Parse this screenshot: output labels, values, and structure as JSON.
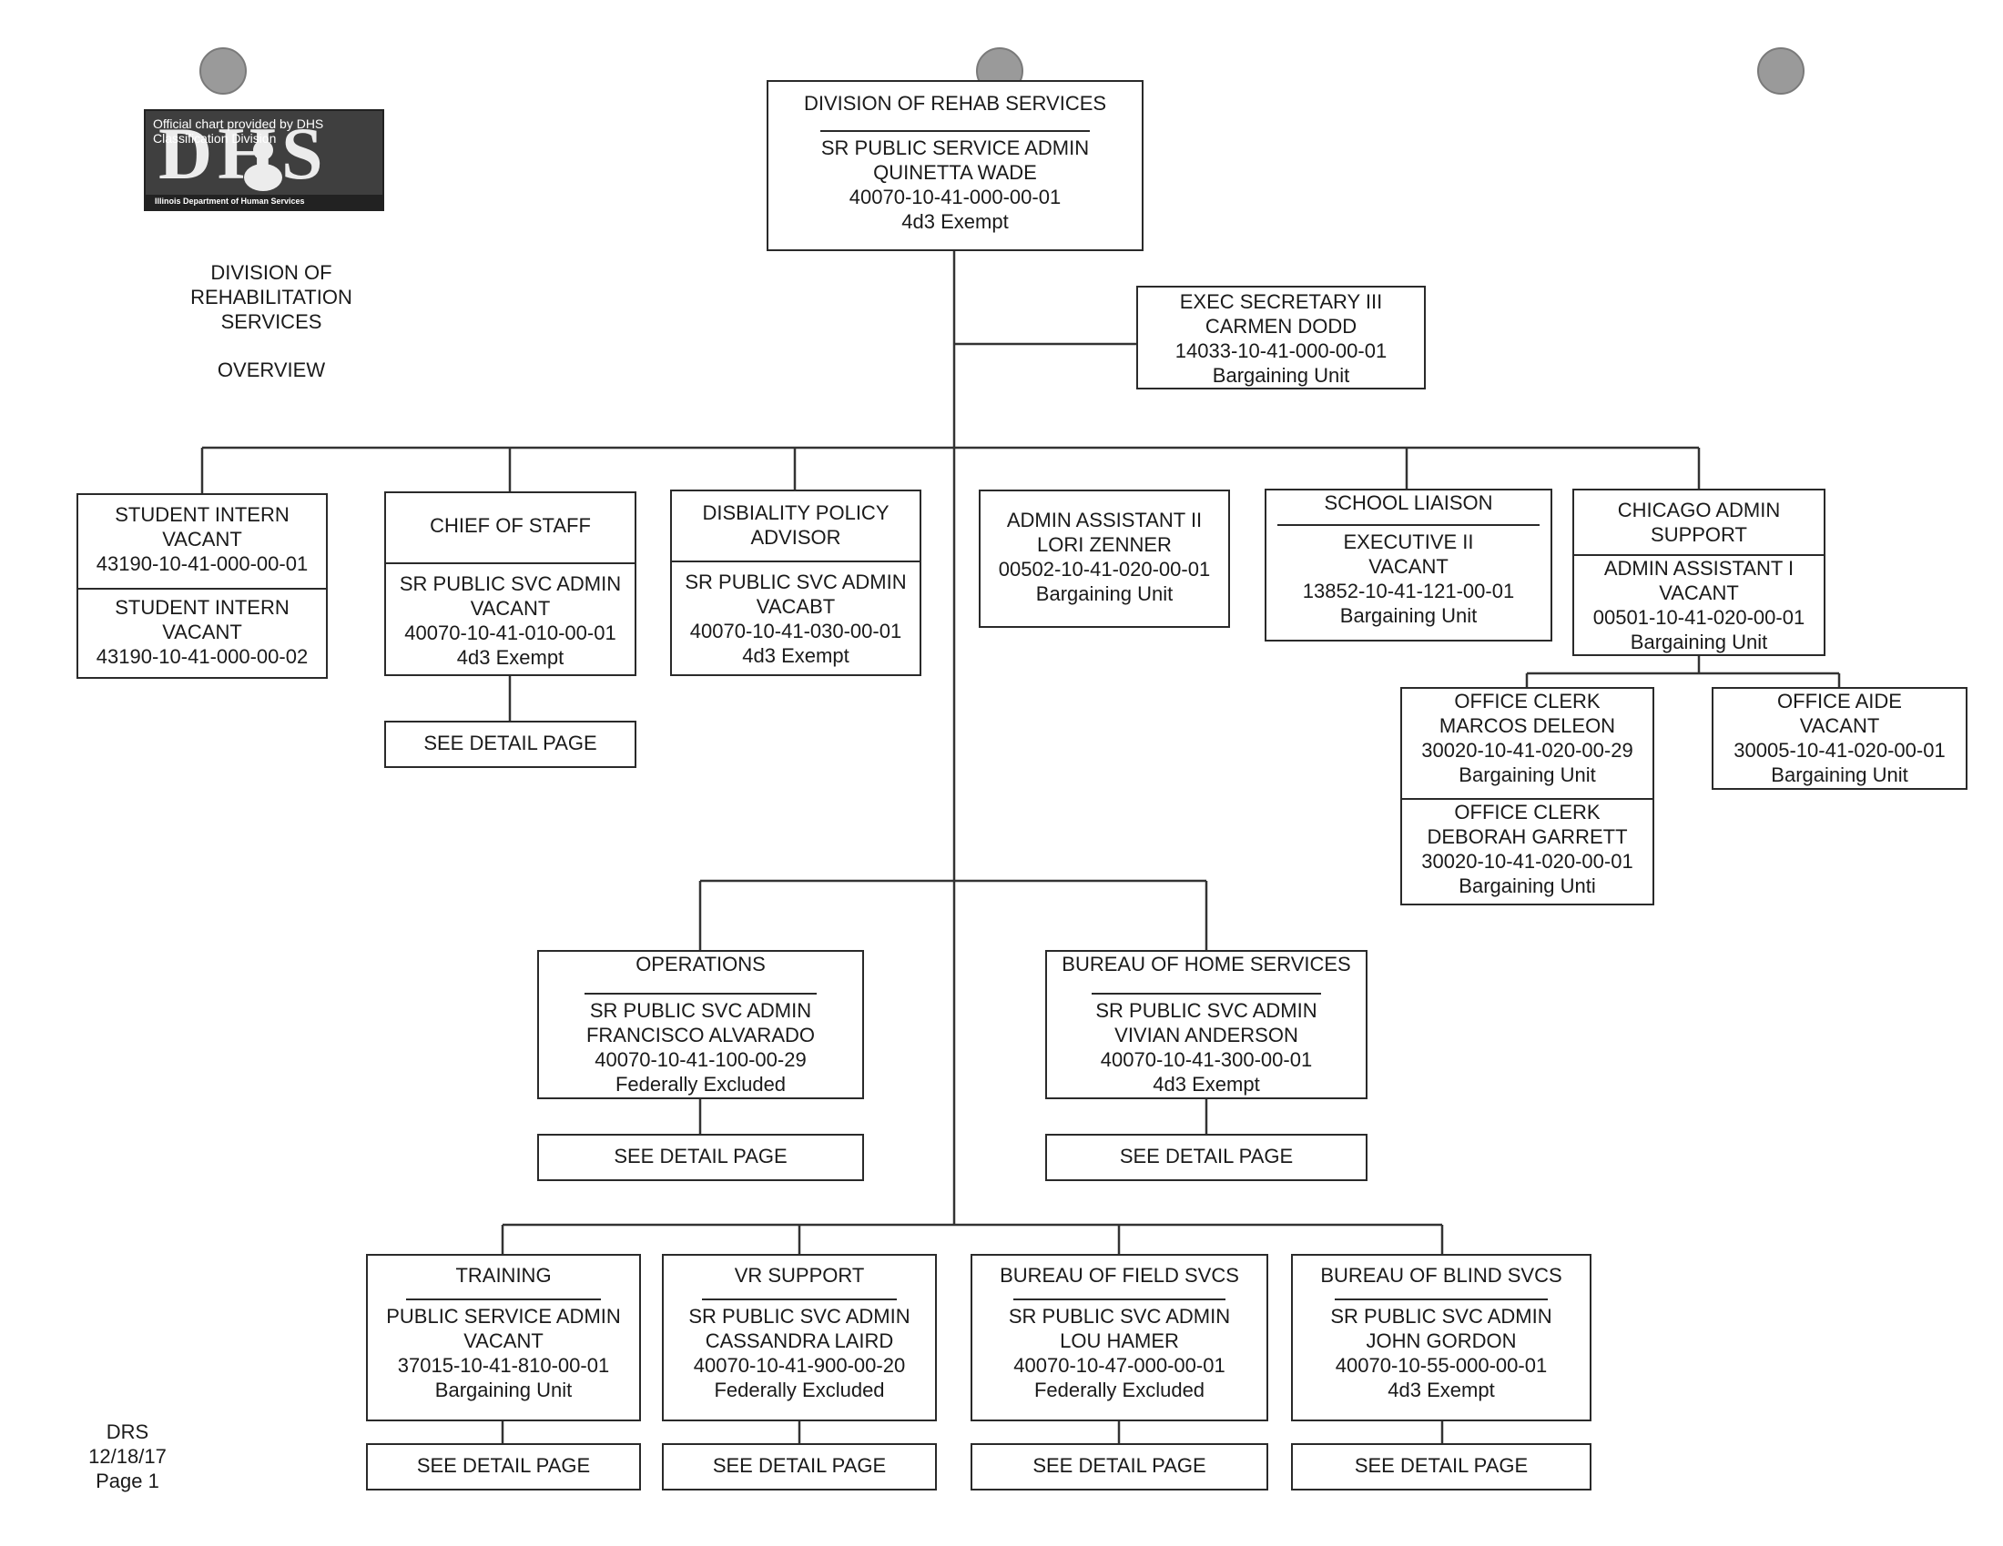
{
  "side_title": [
    "DIVISION OF",
    "REHABILITATION",
    "SERVICES"
  ],
  "side_subtitle": "OVERVIEW",
  "logo": {
    "text_line1": "Official chart provided by DHS",
    "text_line2": "Classification Division",
    "letters": "DHS",
    "footer": "Illinois Department of Human Services"
  },
  "footer": {
    "code": "DRS",
    "date": "12/18/17",
    "page": "Page 1"
  },
  "detail_label": "SEE DETAIL PAGE",
  "top": {
    "unit": "DIVISION OF REHAB SERVICES",
    "title": "SR PUBLIC SERVICE ADMIN",
    "name": "QUINETTA WADE",
    "position": "40070-10-41-000-00-01",
    "status": "4d3 Exempt"
  },
  "exec_secretary": {
    "title": "EXEC SECRETARY III",
    "name": "CARMEN DODD",
    "position": "14033-10-41-000-00-01",
    "status": "Bargaining Unit"
  },
  "student_interns": [
    {
      "title": "STUDENT INTERN",
      "name": "VACANT",
      "position": "43190-10-41-000-00-01"
    },
    {
      "title": "STUDENT INTERN",
      "name": "VACANT",
      "position": "43190-10-41-000-00-02"
    }
  ],
  "chief_of_staff": {
    "unit": "CHIEF OF STAFF",
    "title": "SR PUBLIC SVC ADMIN",
    "name": "VACANT",
    "position": "40070-10-41-010-00-01",
    "status": "4d3 Exempt"
  },
  "disability_policy": {
    "unit_line1": "DISBIALITY POLICY",
    "unit_line2": "ADVISOR",
    "title": "SR PUBLIC SVC ADMIN",
    "name": "VACABT",
    "position": "40070-10-41-030-00-01",
    "status": "4d3 Exempt"
  },
  "admin_assistant": {
    "title": "ADMIN ASSISTANT II",
    "name": "LORI ZENNER",
    "position": "00502-10-41-020-00-01",
    "status": "Bargaining Unit"
  },
  "school_liaison": {
    "unit": "SCHOOL LIAISON",
    "title": "EXECUTIVE II",
    "name": "VACANT",
    "position": "13852-10-41-121-00-01",
    "status": "Bargaining Unit"
  },
  "chicago_admin": {
    "unit_line1": "CHICAGO ADMIN",
    "unit_line2": "SUPPORT",
    "title": "ADMIN ASSISTANT I",
    "name": "VACANT",
    "position": "00501-10-41-020-00-01",
    "status": "Bargaining Unit"
  },
  "office_clerks": [
    {
      "title": "OFFICE CLERK",
      "name": "MARCOS DELEON",
      "position": "30020-10-41-020-00-29",
      "status": "Bargaining Unit"
    },
    {
      "title": "OFFICE CLERK",
      "name": "DEBORAH GARRETT",
      "position": "30020-10-41-020-00-01",
      "status": "Bargaining Unti"
    }
  ],
  "office_aide": {
    "title": "OFFICE AIDE",
    "name": "VACANT",
    "position": "30005-10-41-020-00-01",
    "status": "Bargaining Unit"
  },
  "operations": {
    "unit": "OPERATIONS",
    "title": "SR PUBLIC SVC ADMIN",
    "name": "FRANCISCO ALVARADO",
    "position": "40070-10-41-100-00-29",
    "status": "Federally Excluded"
  },
  "home_services": {
    "unit": "BUREAU OF HOME SERVICES",
    "title": "SR PUBLIC SVC ADMIN",
    "name": "VIVIAN ANDERSON",
    "position": "40070-10-41-300-00-01",
    "status": "4d3 Exempt"
  },
  "training": {
    "unit": "TRAINING",
    "title": "PUBLIC SERVICE ADMIN",
    "name": "VACANT",
    "position": "37015-10-41-810-00-01",
    "status": "Bargaining Unit"
  },
  "vr_support": {
    "unit": "VR SUPPORT",
    "title": "SR PUBLIC SVC ADMIN",
    "name": "CASSANDRA LAIRD",
    "position": "40070-10-41-900-00-20",
    "status": "Federally Excluded"
  },
  "field_svcs": {
    "unit": "BUREAU OF FIELD SVCS",
    "title": "SR PUBLIC SVC ADMIN",
    "name": "LOU HAMER",
    "position": "40070-10-47-000-00-01",
    "status": "Federally Excluded"
  },
  "blind_svcs": {
    "unit": "BUREAU OF BLIND SVCS",
    "title": "SR PUBLIC SVC ADMIN",
    "name": "JOHN GORDON",
    "position": "40070-10-55-000-00-01",
    "status": "4d3 Exempt"
  }
}
